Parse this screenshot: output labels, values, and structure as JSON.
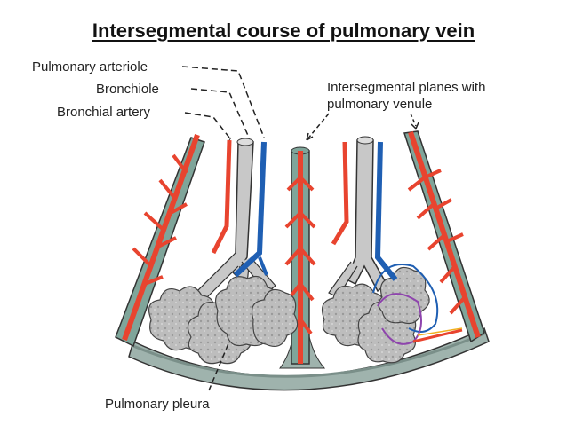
{
  "title": "Intersegmental course of pulmonary vein",
  "labels": {
    "pulmonary_arteriole": "Pulmonary arteriole",
    "bronchiole": "Bronchiole",
    "bronchial_artery": "Bronchial artery",
    "intersegmental_planes_line1": "Intersegmental planes with",
    "intersegmental_planes_line2": "pulmonary venule",
    "pulmonary_pleura": "Pulmonary pleura"
  },
  "colors": {
    "artery_red": "#e8442f",
    "vein_blue": "#1f5fb3",
    "bronchiole_gray": "#c8c8c8",
    "septum_teal": "#7fa59a",
    "outline": "#333333"
  }
}
